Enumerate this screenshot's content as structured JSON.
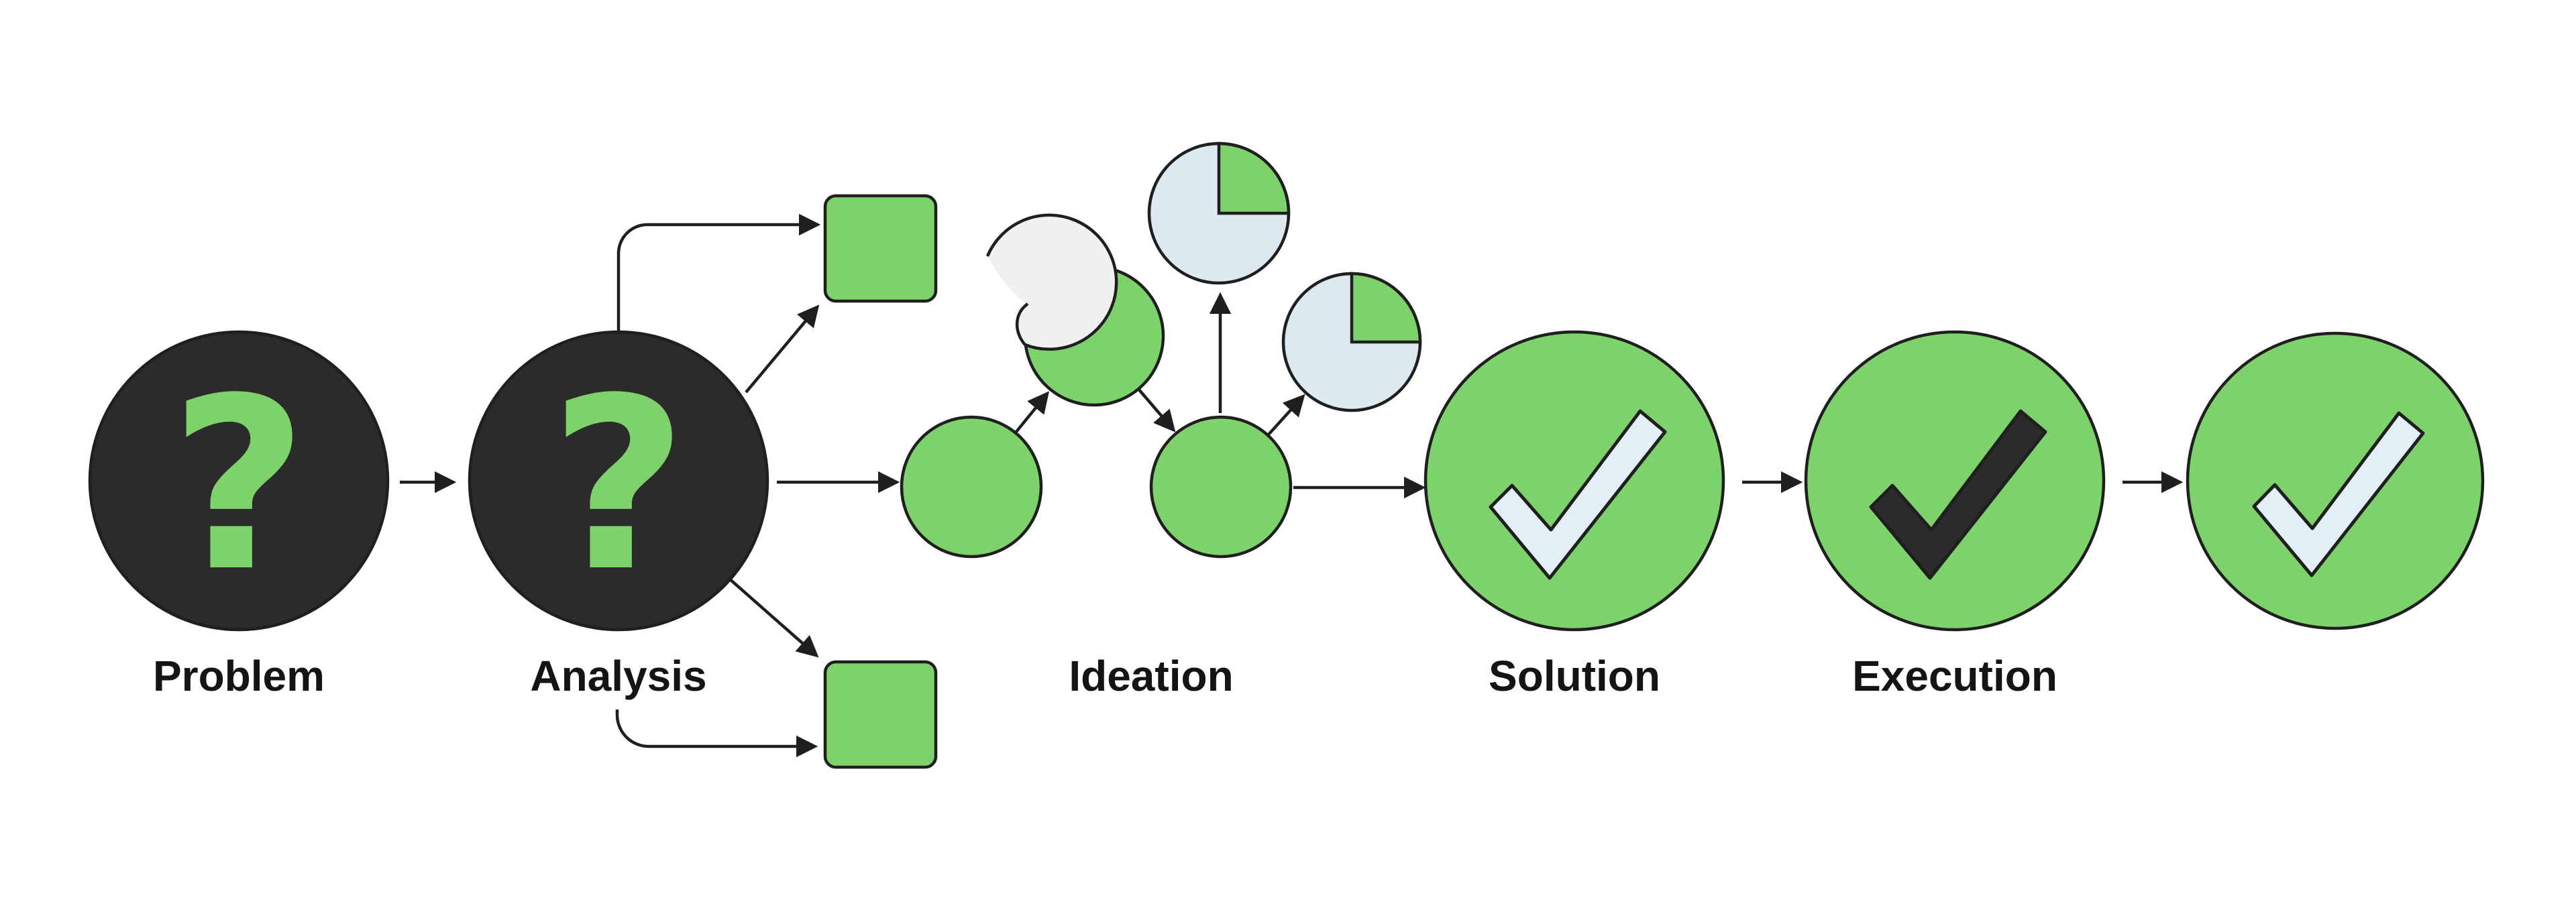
{
  "stages": [
    {
      "id": "problem",
      "label": "Problem",
      "glyph": "?",
      "icon": "question-mark-circle"
    },
    {
      "id": "analysis",
      "label": "Analysis",
      "glyph": "?",
      "icon": "question-mark-circle"
    },
    {
      "id": "ideation",
      "label": "Ideation",
      "icon": "idea-circles-cluster"
    },
    {
      "id": "solution",
      "label": "Solution",
      "icon": "checkmark-circle"
    },
    {
      "id": "execution",
      "label": "Execution",
      "icon": "checkmark-circle"
    },
    {
      "id": "done",
      "label": "",
      "icon": "checkmark-circle"
    }
  ],
  "ideation_pies": [
    {
      "name": "top-pie",
      "green_fraction": 0.25,
      "blue_fraction": 0.75
    },
    {
      "name": "right-pie",
      "green_fraction": 0.25,
      "blue_fraction": 0.75
    }
  ],
  "connections": [
    "Problem → Analysis",
    "Analysis → top option box (curved)",
    "Analysis → top option box (diagonal)",
    "Analysis → Ideation",
    "Analysis → bottom option box (diagonal)",
    "Analysis → bottom option box (curved)",
    "Ideation circle 1 → Ideation circle 2",
    "Ideation circle 2 → Ideation circle 3",
    "Ideation circle 3 → top pie",
    "Ideation circle 3 → right pie",
    "Ideation → Solution",
    "Solution → Execution",
    "Execution → done"
  ],
  "colors": {
    "green": "#7ED26B",
    "dark": "#2B2B2B",
    "outline": "#1F1F1F",
    "pale_blue": "#DCE9F1",
    "check_blue": "#E2EFF7",
    "pale_gray": "#F0F0EF",
    "text": "#141414",
    "bg": "#FFFFFF"
  }
}
